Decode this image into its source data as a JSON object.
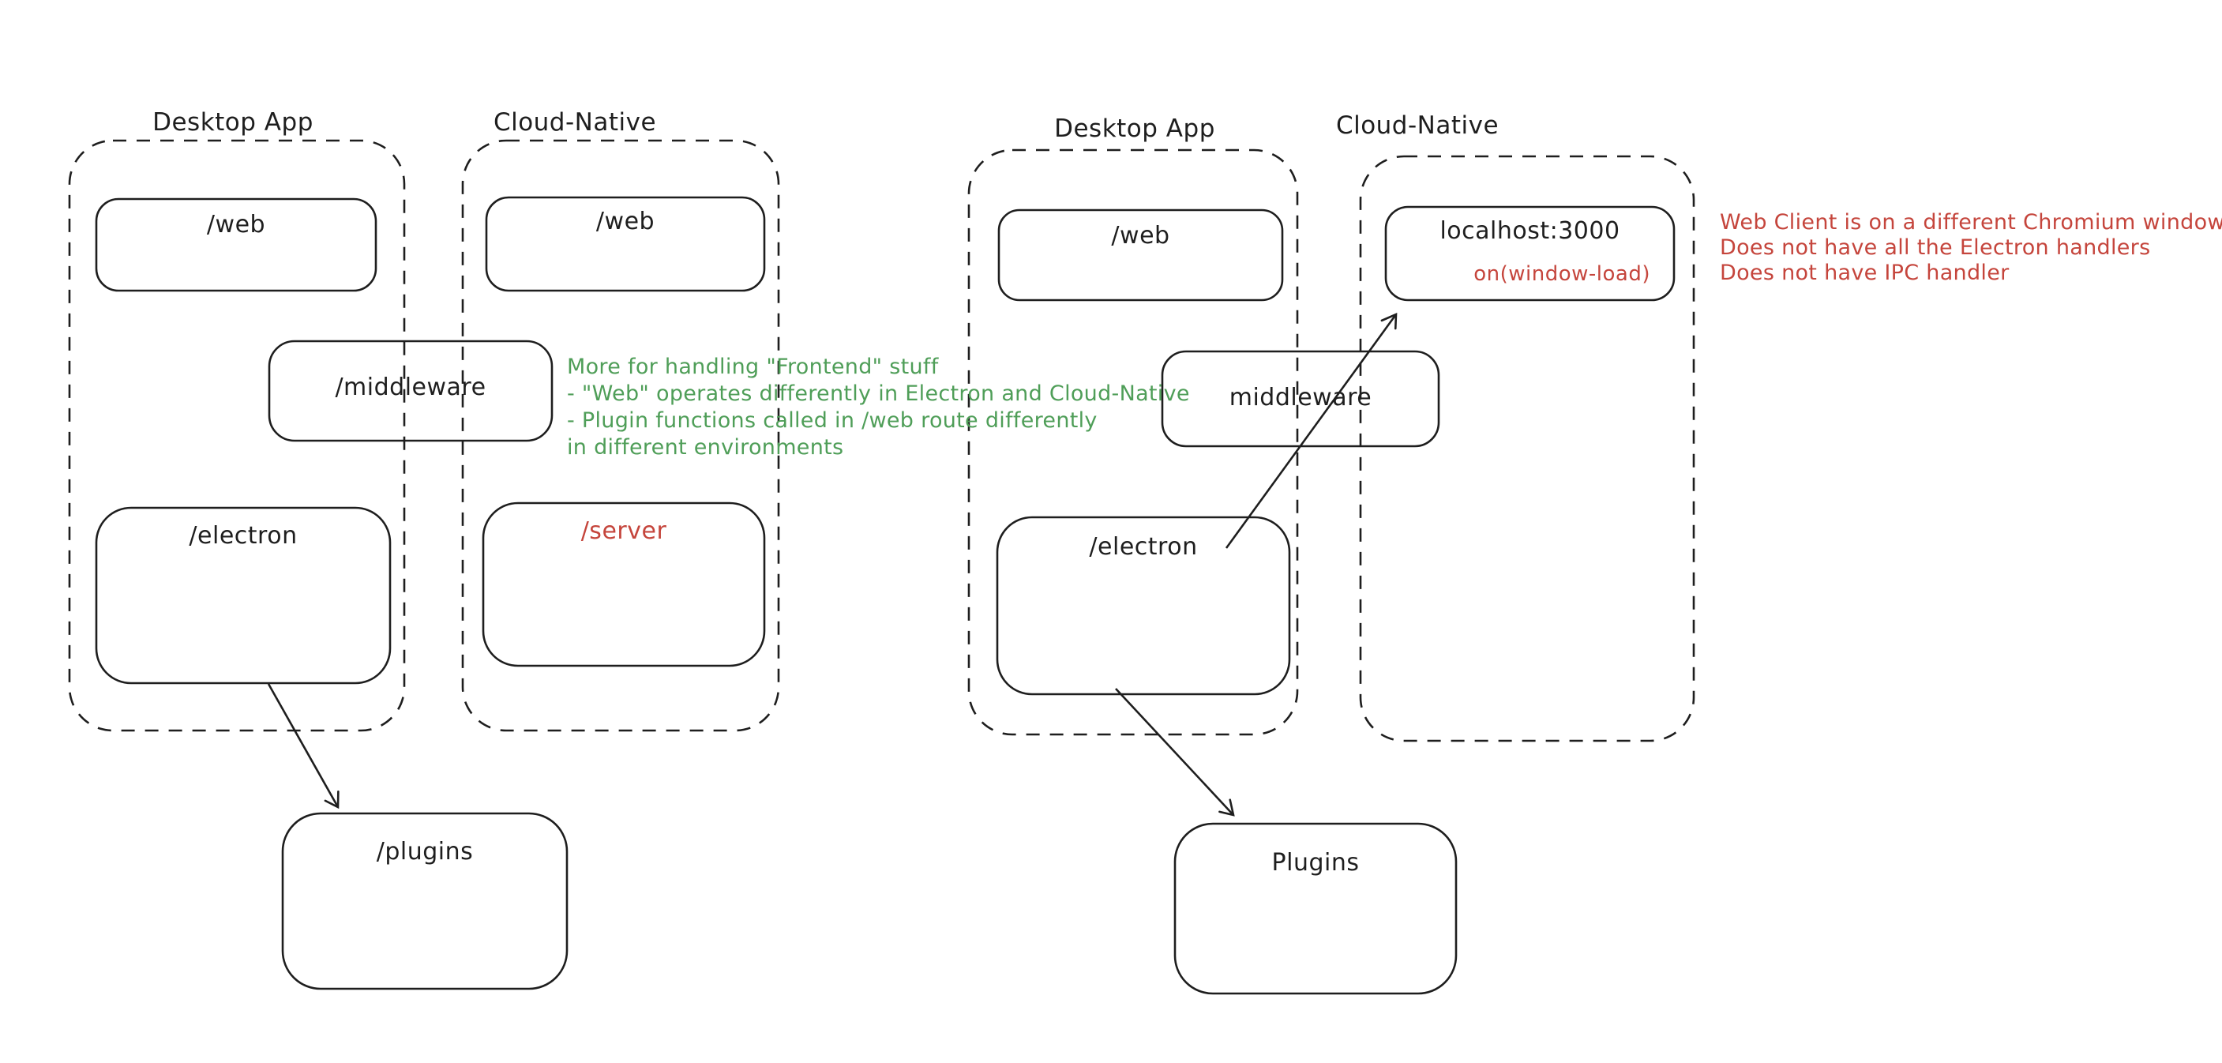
{
  "colors": {
    "stroke": "#1e1e1e",
    "green": "#4f9e58",
    "red": "#c5453c",
    "background": "#ffffff"
  },
  "left_diagram": {
    "desktop_label": "Desktop App",
    "cloud_label": "Cloud-Native",
    "web_desktop": "/web",
    "web_cloud": "/web",
    "middleware": "/middleware",
    "electron": "/electron",
    "server": "/server",
    "plugins": "/plugins",
    "green_note": {
      "lines": [
        "More for handling \"Frontend\" stuff",
        "- \"Web\" operates differently in Electron and Cloud-Native",
        "- Plugin functions called in /web route differently",
        "in different environments"
      ]
    }
  },
  "right_diagram": {
    "desktop_label": "Desktop App",
    "cloud_label": "Cloud-Native",
    "web_desktop": "/web",
    "localhost": "localhost:3000",
    "window_load": "on(window-load)",
    "middleware": "middleware",
    "electron": "/electron",
    "plugins": "Plugins",
    "red_note": {
      "lines": [
        "Web Client is on a different Chromium window",
        "Does not have all the Electron handlers",
        "Does not have IPC handler"
      ]
    }
  }
}
